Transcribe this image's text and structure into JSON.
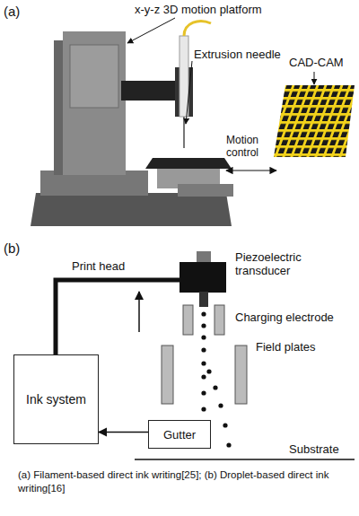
{
  "diagram": {
    "caption": "(a) Filament-based direct ink writing[25]; (b) Droplet-based direct ink writing[16]",
    "nodes": [
      {
        "text": [
          "Ink system"
        ]
      },
      {
        "text": [
          "Gutter"
        ]
      }
    ],
    "edges": [
      {
        "from": 1,
        "to": 0,
        "arrow": "to"
      }
    ],
    "labels": [
      "(a)",
      "x-y-z 3D motion platform",
      "Extrusion needle",
      "CAD-CAM",
      "Motion control",
      "(b)",
      "Print head",
      "Piezoelectric transducer",
      "Charging electrode",
      "Field plates",
      "Substrate"
    ]
  }
}
